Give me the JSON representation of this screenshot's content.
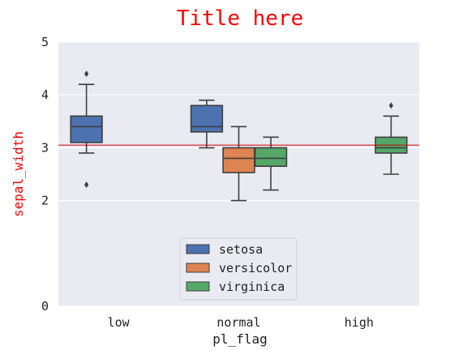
{
  "chart_data": {
    "type": "box",
    "title": "Title here",
    "title_color": "#ff0000",
    "xlabel": "pl_flag",
    "ylabel": "sepal_width",
    "ylabel_color": "#ff0000",
    "categories": [
      "low",
      "normal",
      "high"
    ],
    "ylim": [
      0,
      5
    ],
    "yticks": [
      0,
      2,
      3,
      4,
      5
    ],
    "background": "#eaeaf2",
    "grid": true,
    "reference_line": {
      "y": 3.05,
      "color": "#cc0000"
    },
    "legend": {
      "placement": "lower-center"
    },
    "series": [
      {
        "name": "setosa",
        "color": "#4c72b0",
        "boxes": [
          {
            "category": "low",
            "whisker_low": 2.9,
            "q1": 3.1,
            "median": 3.4,
            "q3": 3.6,
            "whisker_high": 4.2,
            "outliers": [
              4.4,
              2.3
            ]
          },
          {
            "category": "normal",
            "whisker_low": 3.0,
            "q1": 3.3,
            "median": 3.4,
            "q3": 3.8,
            "whisker_high": 3.9,
            "outliers": []
          }
        ]
      },
      {
        "name": "versicolor",
        "color": "#dd8452",
        "boxes": [
          {
            "category": "normal",
            "whisker_low": 2.0,
            "q1": 2.53,
            "median": 2.8,
            "q3": 3.0,
            "whisker_high": 3.4,
            "outliers": []
          }
        ]
      },
      {
        "name": "virginica",
        "color": "#55a868",
        "boxes": [
          {
            "category": "normal",
            "whisker_low": 2.2,
            "q1": 2.65,
            "median": 2.8,
            "q3": 3.0,
            "whisker_high": 3.2,
            "outliers": []
          },
          {
            "category": "high",
            "whisker_low": 2.5,
            "q1": 2.9,
            "median": 3.0,
            "q3": 3.2,
            "whisker_high": 3.6,
            "outliers": [
              3.8
            ]
          }
        ]
      }
    ]
  }
}
